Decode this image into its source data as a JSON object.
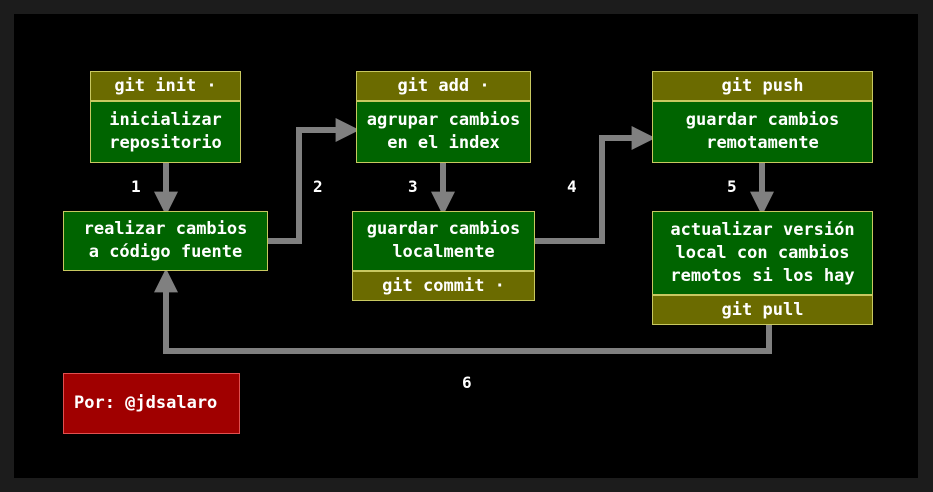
{
  "boxes": {
    "git_init": "git init ·",
    "init_desc": "inicializar\nrepositorio",
    "edit_desc": "realizar cambios\na código fuente",
    "git_add": "git add ·",
    "add_desc": "agrupar cambios\nen el index",
    "commit_desc": "guardar cambios\nlocalmente",
    "git_commit": "git commit ·",
    "git_push": "git push",
    "push_desc": "guardar cambios\nremotamente",
    "pull_desc": "actualizar versión\nlocal con cambios\nremotos si los hay",
    "git_pull": "git pull"
  },
  "steps": [
    "1",
    "2",
    "3",
    "4",
    "5",
    "6"
  ],
  "credit": "Por: @jdsalaro",
  "colors": {
    "command_box": "#6b6b00",
    "description_box": "#006400",
    "credit_box": "#a00000",
    "arrow": "#808080"
  }
}
